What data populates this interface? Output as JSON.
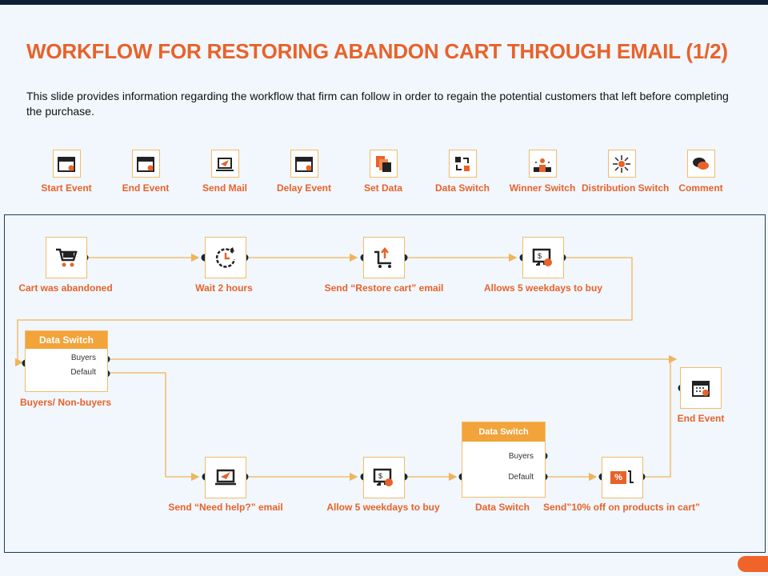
{
  "title": "WORKFLOW FOR RESTORING ABANDON CART THROUGH EMAIL (1/2)",
  "description": "This slide provides information regarding the workflow that firm can follow in order to regain the potential customers that left before completing the purchase.",
  "legend": [
    {
      "label": "Start Event",
      "icon": "calendar-start-icon"
    },
    {
      "label": "End  Event",
      "icon": "calendar-end-icon"
    },
    {
      "label": "Send Mail",
      "icon": "laptop-mail-icon"
    },
    {
      "label": "Delay Event",
      "icon": "calendar-delay-icon"
    },
    {
      "label": "Set Data",
      "icon": "data-stack-icon"
    },
    {
      "label": "Data Switch",
      "icon": "switch-arrows-icon"
    },
    {
      "label": "Winner Switch",
      "icon": "podium-icon"
    },
    {
      "label": "Distribution  Switch",
      "icon": "distribution-icon"
    },
    {
      "label": "Comment",
      "icon": "chat-icon"
    }
  ],
  "nodes": {
    "cart": "Cart was abandoned",
    "wait": "Wait 2 hours",
    "restore": "Send “Restore cart” email",
    "allows": "Allows 5 weekdays to buy",
    "switch1_header": "Data Switch",
    "switch1_label": "Buyers/ Non-buyers",
    "buyers": "Buyers",
    "default": "Default",
    "end": "End Event",
    "help": "Send “Need help?” email",
    "allow2": "Allow 5 weekdays to buy",
    "switch2_header": "Data Switch",
    "switch2_label": "Data Switch",
    "offer": "Send”10% off on products in cart”",
    "percent": "%"
  },
  "colors": {
    "accent": "#e8622a",
    "line": "#f0b45a",
    "dot": "#0d2a45"
  }
}
